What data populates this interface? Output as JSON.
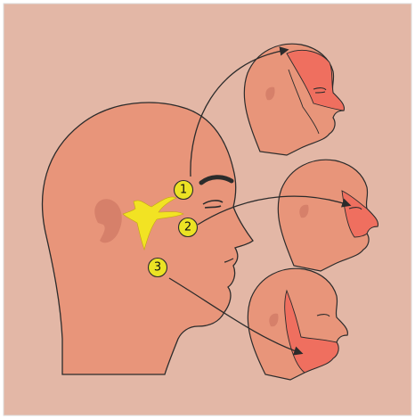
{
  "colors": {
    "background": "#e3b7a6",
    "border": "#dcdcdc",
    "skin": "#e8957a",
    "skin_light": "#ec9f86",
    "ear": "#d6806a",
    "nerve_region": "#ef6f5f",
    "ganglion": "#f2e323",
    "marker_fill": "#ebe224",
    "outline": "#2b2b2b"
  },
  "markers": [
    {
      "label": "1",
      "target": "ophthalmic-region"
    },
    {
      "label": "2",
      "target": "maxillary-region"
    },
    {
      "label": "3",
      "target": "mandibular-region"
    }
  ],
  "icons": {
    "main_head": "head-profile-icon",
    "ganglion": "trigeminal-ganglion-icon",
    "arrow": "arrow-icon"
  }
}
